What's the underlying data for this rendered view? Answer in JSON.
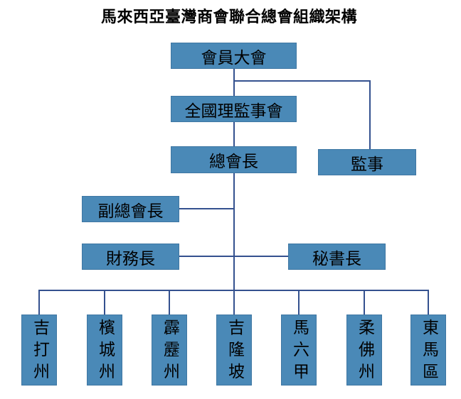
{
  "title": "馬來西亞臺灣商會聯合總會組織架構",
  "colors": {
    "box_fill": "#4a89b7",
    "line": "#34518f",
    "text": "#000000"
  },
  "nodes": {
    "general_assembly": "會員大會",
    "national_council": "全國理監事會",
    "president": "總會長",
    "supervisor": "監事",
    "vice_president": "副總會長",
    "treasurer": "財務長",
    "secretary_general": "秘書長"
  },
  "branches": [
    "吉打州",
    "檳城州",
    "霹靂州",
    "吉隆坡",
    "馬六甲",
    "柔佛州",
    "東馬區"
  ]
}
